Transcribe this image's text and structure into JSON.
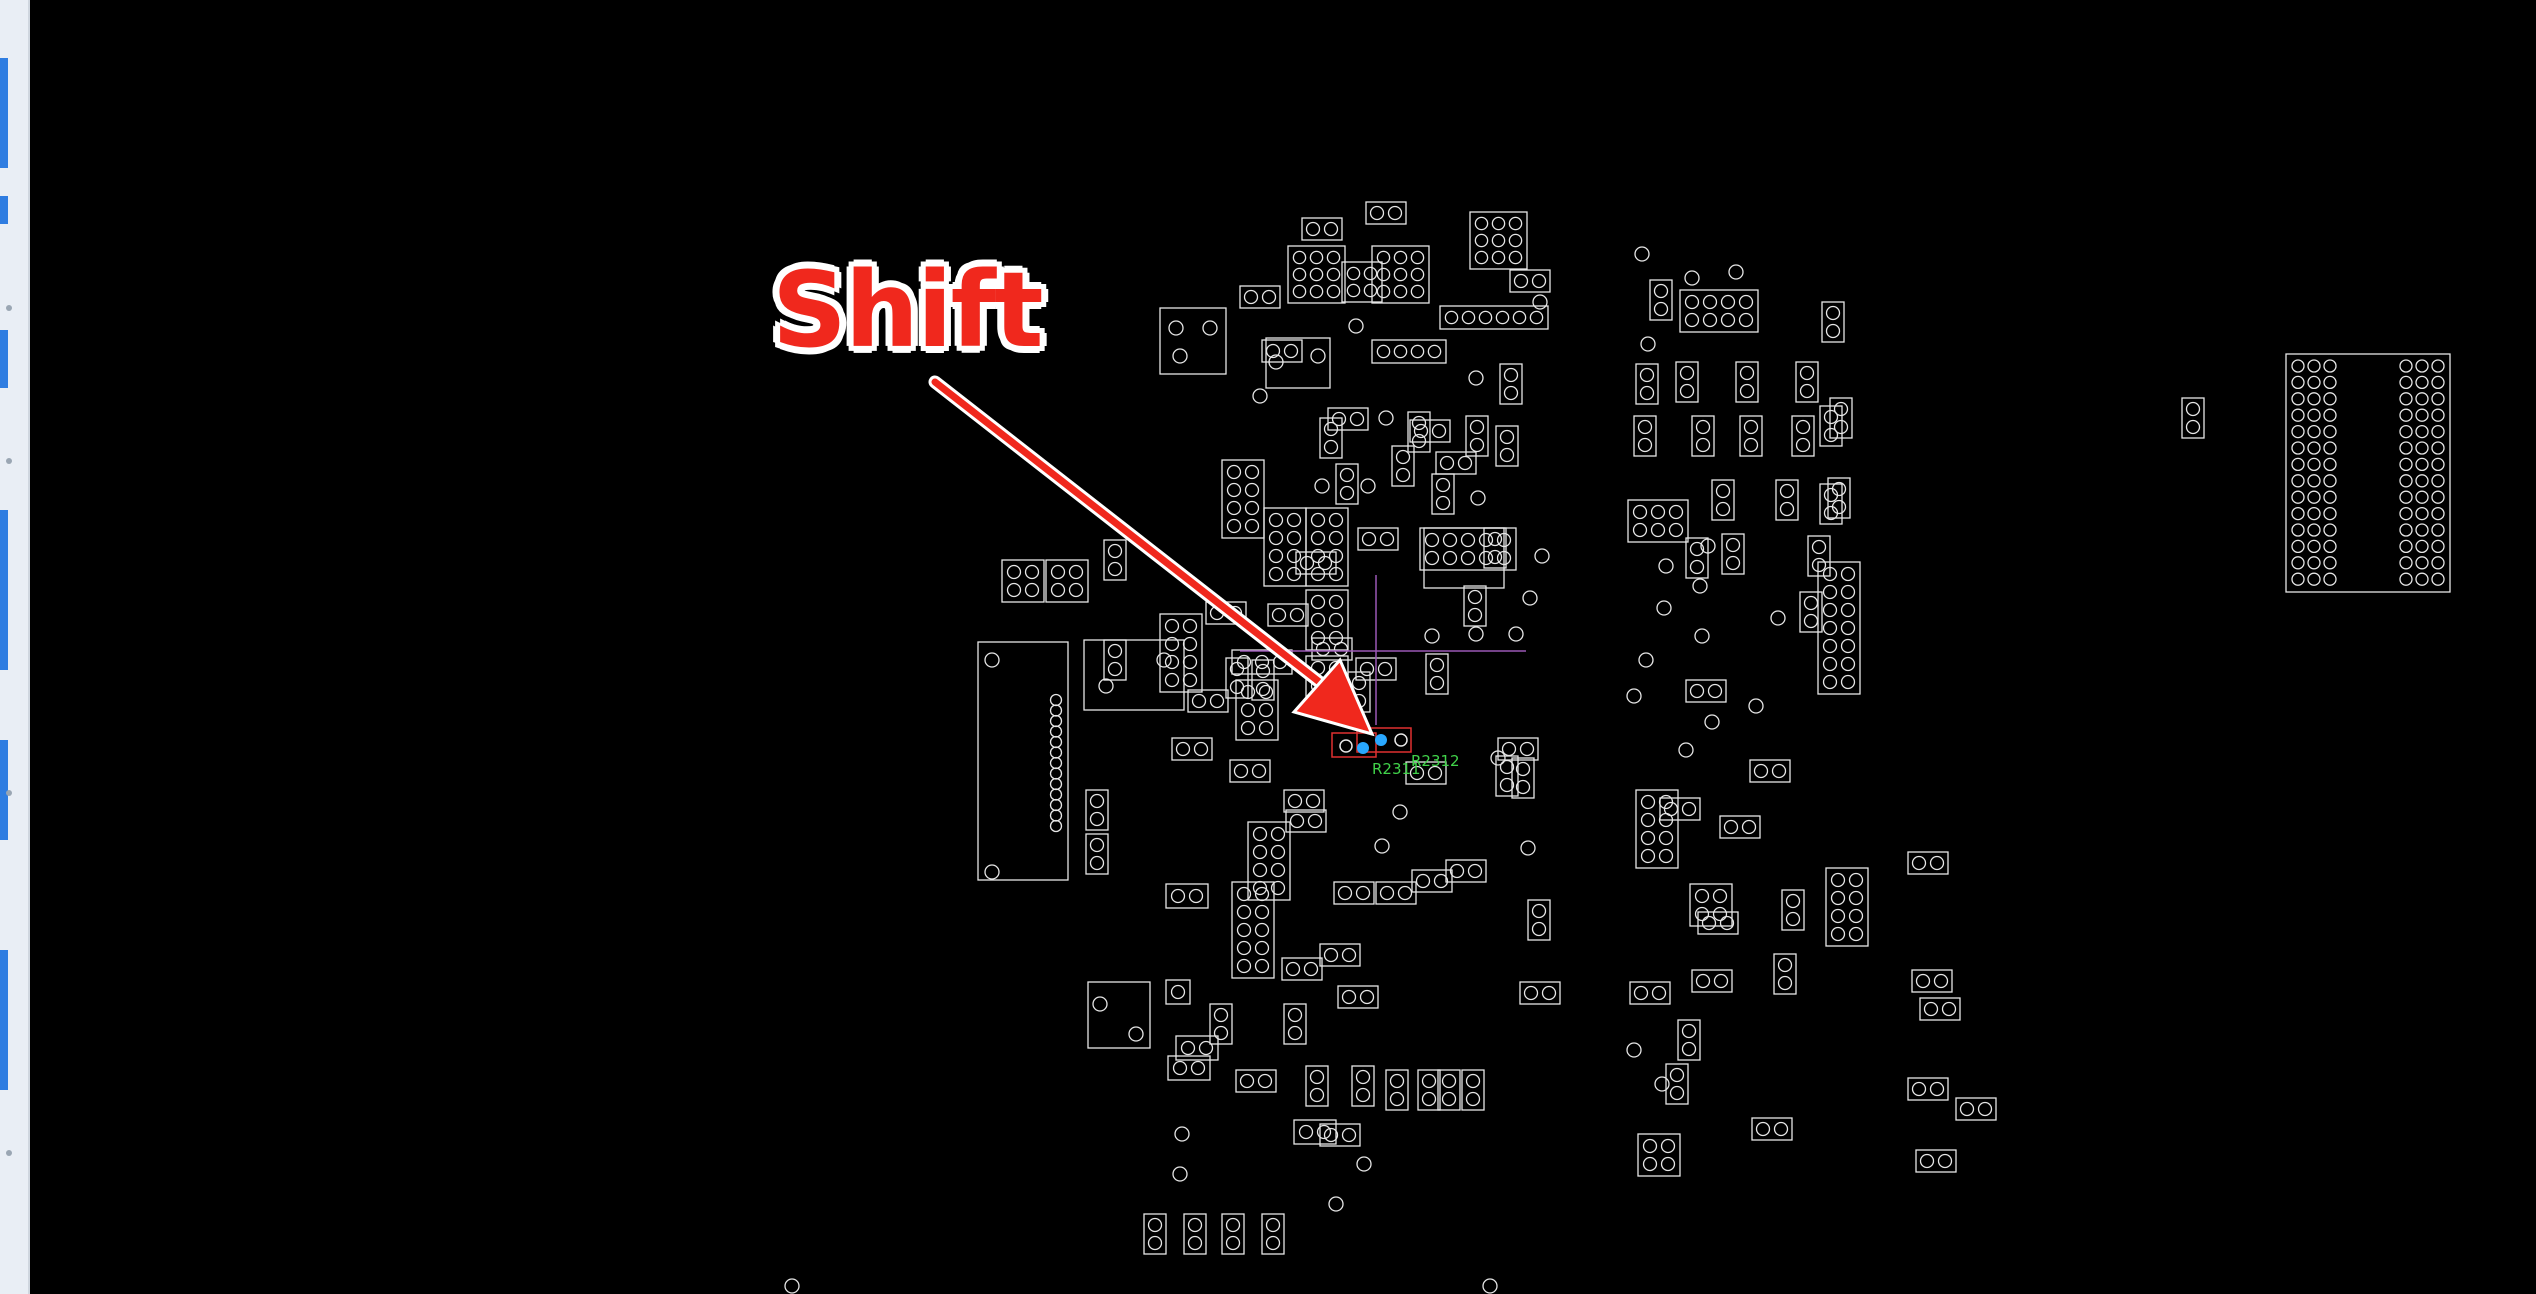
{
  "annotation": {
    "label": "Shift"
  },
  "refdes": {
    "first": "R2312",
    "second": "R2311"
  },
  "colors": {
    "background": "#000000",
    "outline": "#e6e6e6",
    "highlight": "#e03131",
    "arrow": "#f0281d",
    "selected_pad": "#29a8ff",
    "crosshair": "#9b59b6",
    "refdes_text": "#41d34a"
  },
  "sidebar": {
    "icons": [
      "tool-icon",
      "tool-icon",
      "tool-icon",
      "tool-icon"
    ]
  }
}
